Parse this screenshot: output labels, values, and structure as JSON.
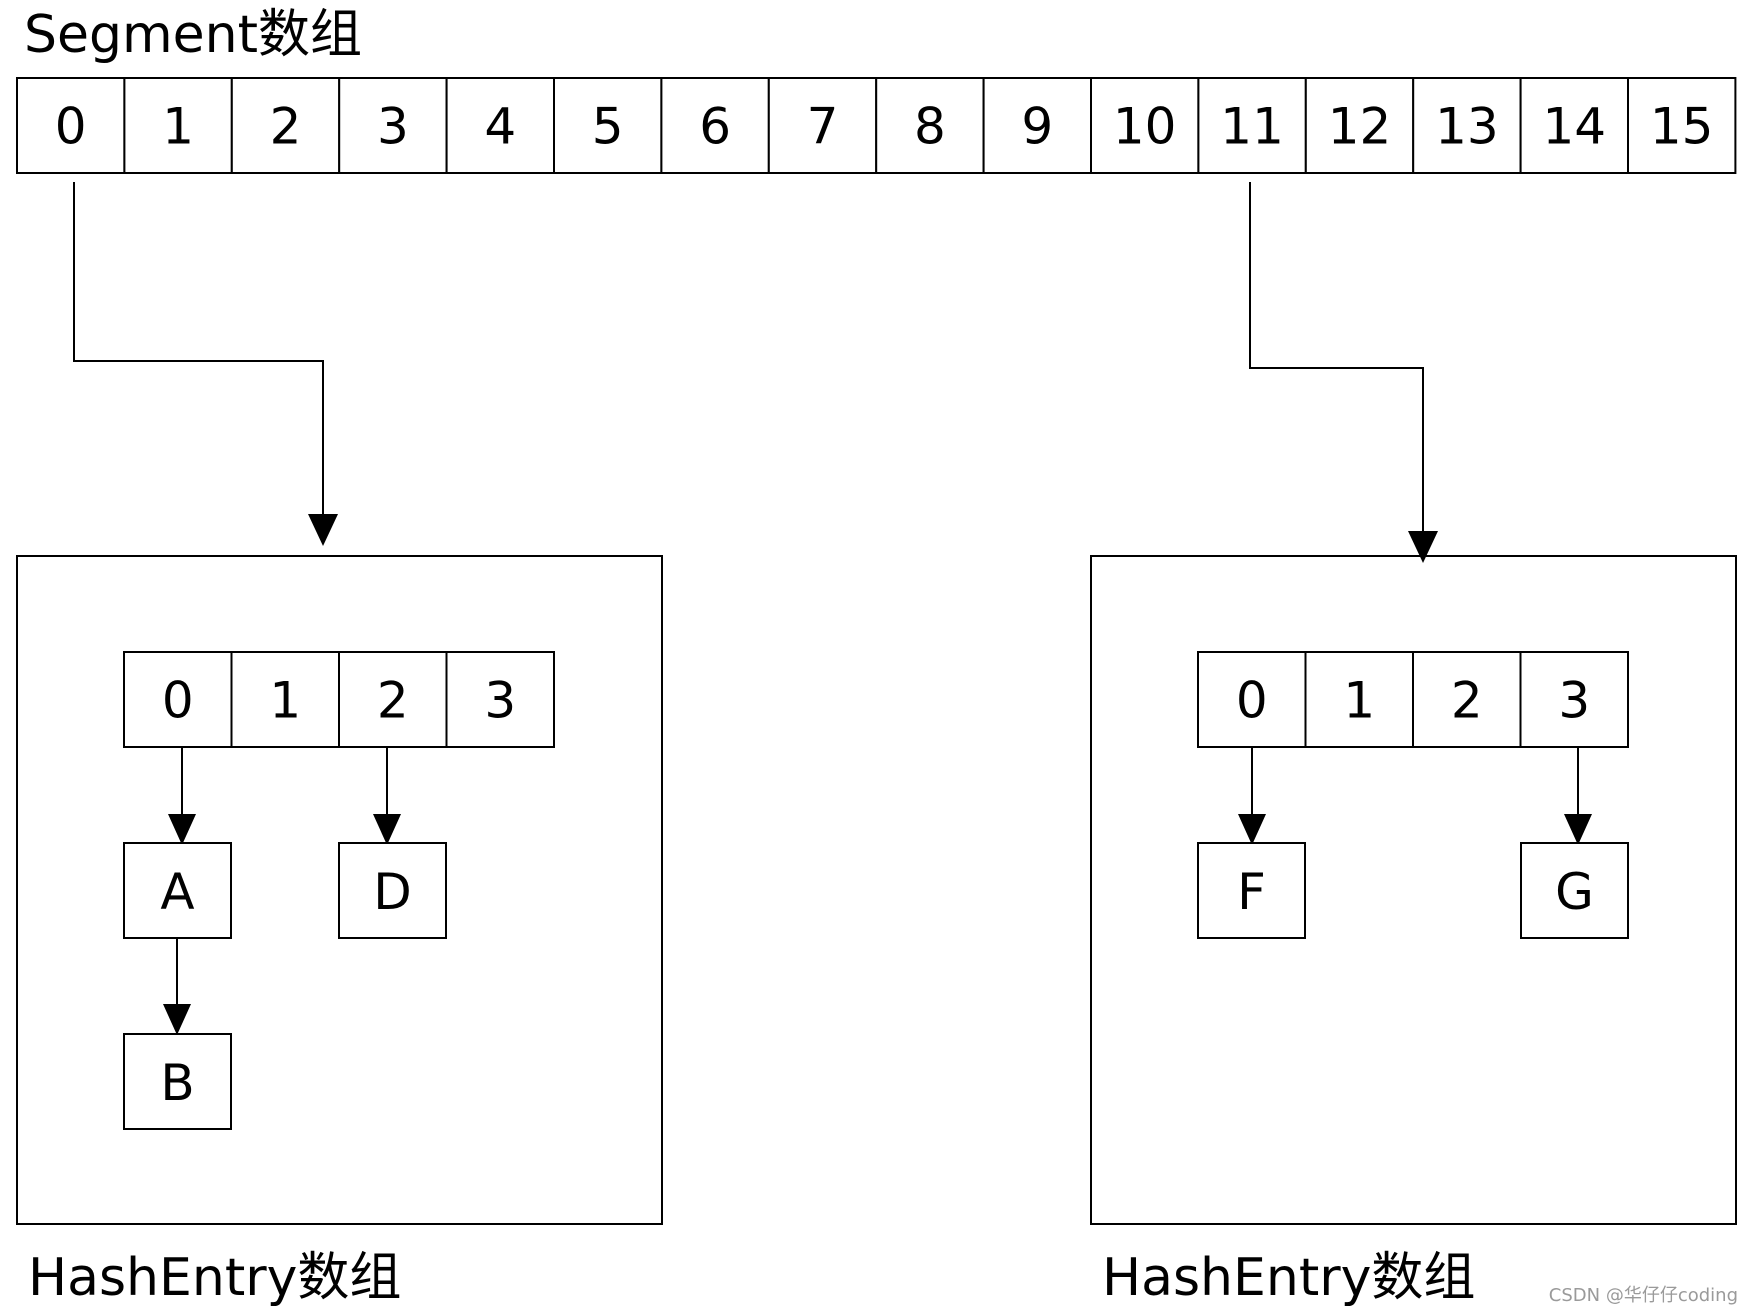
{
  "segment_array": {
    "title": "Segment数组",
    "indices": [
      "0",
      "1",
      "2",
      "3",
      "4",
      "5",
      "6",
      "7",
      "8",
      "9",
      "10",
      "11",
      "12",
      "13",
      "14",
      "15"
    ]
  },
  "hash_entry_arrays": [
    {
      "title": "HashEntry数组",
      "indices": [
        "0",
        "1",
        "2",
        "3"
      ],
      "entries": [
        {
          "slot": 0,
          "chain": [
            "A",
            "B"
          ]
        },
        {
          "slot": 2,
          "chain": [
            "D"
          ]
        }
      ]
    },
    {
      "title": "HashEntry数组",
      "indices": [
        "0",
        "1",
        "2",
        "3"
      ],
      "entries": [
        {
          "slot": 0,
          "chain": [
            "F"
          ]
        },
        {
          "slot": 3,
          "chain": [
            "G"
          ]
        }
      ]
    }
  ],
  "links": [
    {
      "from_segment": 0,
      "to_array": 0
    },
    {
      "from_segment": 11,
      "to_array": 1
    }
  ],
  "watermark": "CSDN @华仔仔coding"
}
